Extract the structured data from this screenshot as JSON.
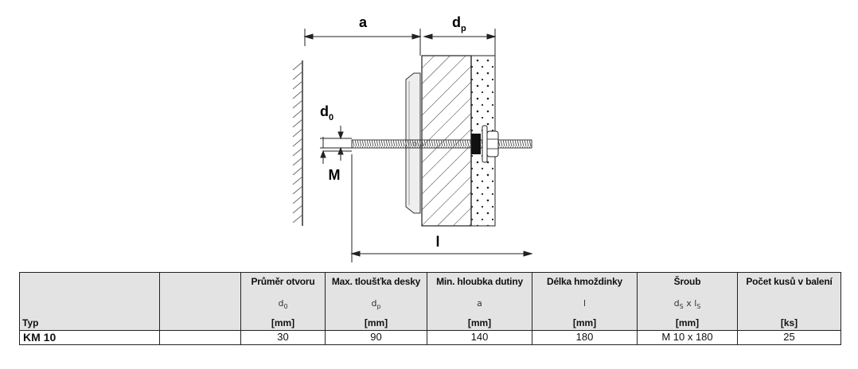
{
  "diagram": {
    "label_a": "a",
    "label_dp_main": "d",
    "label_dp_sub": "p",
    "label_d0_main": "d",
    "label_d0_sub": "0",
    "label_m": "M",
    "label_l": "l"
  },
  "table": {
    "type_header": "Typ",
    "columns": [
      {
        "title": "Průměr otvoru",
        "sym_main": "d",
        "sym_sub": "0",
        "sym_extra": "",
        "sym_sub2": "",
        "unit": "[mm]"
      },
      {
        "title": "Max. tloušťka desky",
        "sym_main": "d",
        "sym_sub": "p",
        "sym_extra": "",
        "sym_sub2": "",
        "unit": "[mm]"
      },
      {
        "title": "Min. hloubka dutiny",
        "sym_main": "a",
        "sym_sub": "",
        "sym_extra": "",
        "sym_sub2": "",
        "unit": "[mm]"
      },
      {
        "title": "Délka hmoždinky",
        "sym_main": "l",
        "sym_sub": "",
        "sym_extra": "",
        "sym_sub2": "",
        "unit": "[mm]"
      },
      {
        "title": "Šroub",
        "sym_main": "d",
        "sym_sub": "S",
        "sym_extra": " x l",
        "sym_sub2": "S",
        "unit": "[mm]"
      },
      {
        "title": "Počet kusů v balení",
        "sym_main": "",
        "sym_sub": "",
        "sym_extra": "",
        "sym_sub2": "",
        "unit": "[ks]"
      }
    ],
    "rows": [
      {
        "type": "KM 10",
        "values": [
          "30",
          "90",
          "140",
          "180",
          "M 10 x 180",
          "25"
        ]
      }
    ]
  }
}
